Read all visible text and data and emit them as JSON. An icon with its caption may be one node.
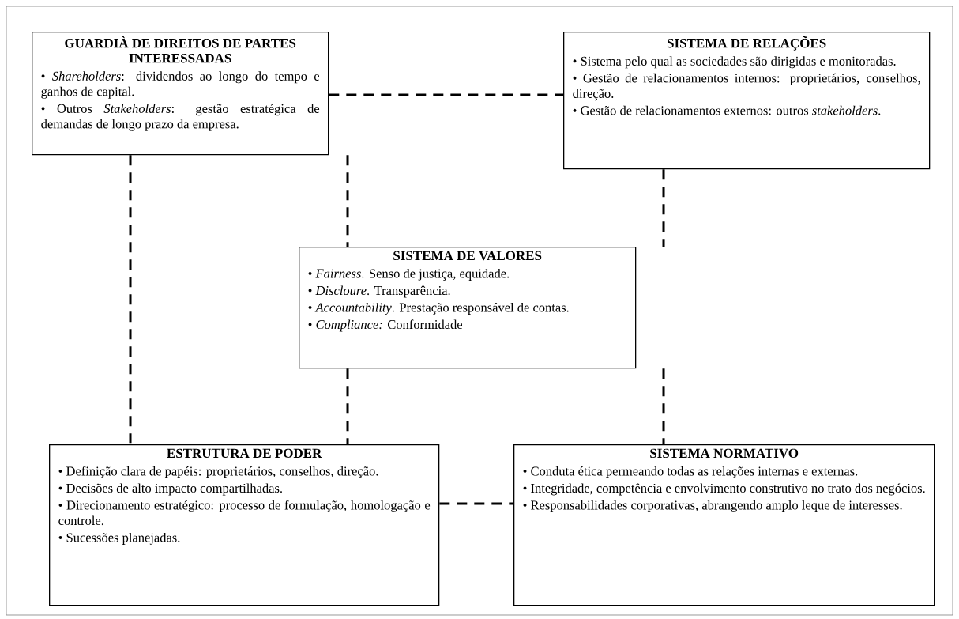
{
  "diagram": {
    "nodes": [
      {
        "text": [
          "GUARDIÀ DE DIREITOS DE PARTES INTERESSADAS",
          "• *Shareholders*: dividendos ao longo do tempo e ganhos de capital.",
          "• Outros *Stakeholders*: gestão estratégica de demandas de longo prazo da empresa."
        ]
      },
      {
        "text": [
          "SISTEMA DE RELAÇÕES",
          "• Sistema pelo qual as sociedades são dirigidas e monitoradas.",
          "• Gestão de relacionamentos internos: proprietários, conselhos, direção.",
          "• Gestão de relacionamentos externos: outros *stakeholders*."
        ]
      },
      {
        "text": [
          "SISTEMA DE VALORES",
          "• *Fairness*. Senso de justiça, equidade.",
          "• *Discloure*. Transparência.",
          "• *Accountability*. Prestação responsável de contas.",
          "• *Compliance:* Conformidade"
        ]
      },
      {
        "text": [
          "ESTRUTURA DE PODER",
          "• Definição clara de papéis: proprietários, conselhos, direção.",
          "• Decisões de alto impacto compartilhadas.",
          "• Direcionamento estratégico: processo de formulação, homologação e controle.",
          "• Sucessões planejadas."
        ]
      },
      {
        "text": [
          "SISTEMA NORMATIVO",
          "• Conduta ética permeando todas as relações internas e externas.",
          "• Integridade, competência e envolvimento construtivo no trato dos negócios.",
          "• Responsabilidades corporativas, abrangendo amplo leque de interesses."
        ]
      }
    ],
    "edges": [
      {
        "from": 0,
        "to": 1,
        "arrow": "none",
        "style": "dashed"
      },
      {
        "from": 0,
        "to": 3,
        "arrow": "none",
        "style": "dashed"
      },
      {
        "from": 0,
        "to": 2,
        "arrow": "none",
        "style": "dashed"
      },
      {
        "from": 1,
        "to": 2,
        "arrow": "none",
        "style": "dashed"
      },
      {
        "from": 2,
        "to": 3,
        "arrow": "none",
        "style": "dashed"
      },
      {
        "from": 2,
        "to": 4,
        "arrow": "none",
        "style": "dashed"
      },
      {
        "from": 3,
        "to": 4,
        "arrow": "none",
        "style": "dashed"
      }
    ]
  }
}
